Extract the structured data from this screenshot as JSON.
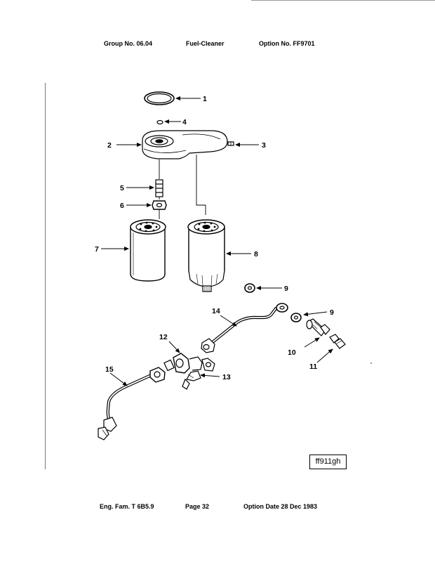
{
  "header": {
    "group": "Group No. 06.04",
    "title": "Fuel-Cleaner",
    "option": "Option No. FF9701"
  },
  "callouts": [
    "1",
    "2",
    "3",
    "4",
    "5",
    "6",
    "7",
    "8",
    "9",
    "9",
    "10",
    "11",
    "12",
    "13",
    "14",
    "15"
  ],
  "figure_ref": "ff911gh",
  "footer": {
    "eng_fam": "Eng. Fam. T 6B5.9",
    "page": "Page  32",
    "option_date": "Option Date  28 Dec 1983"
  }
}
